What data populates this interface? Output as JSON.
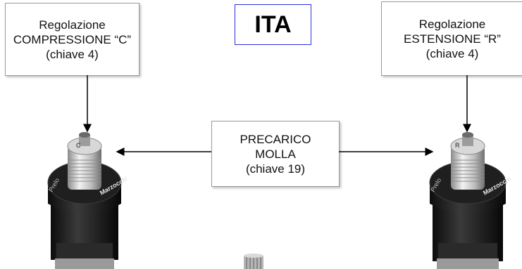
{
  "language_badge": "ITA",
  "callout_compression": {
    "line1": "Regolazione",
    "line2": "COMPRESSIONE “C”",
    "line3": "(chiave 4)"
  },
  "callout_rebound": {
    "line1": "Regolazione",
    "line2": "ESTENSIONE “R”",
    "line3": "(chiave 4)"
  },
  "callout_preload": {
    "line1": "PRECARICO",
    "line2": "MOLLA",
    "line3": "(chiave 19)"
  },
  "left_cap": {
    "knob_letter": "C",
    "ring_text": "Prelo",
    "brand": "Marzocchi"
  },
  "right_cap": {
    "knob_letter": "R",
    "ring_text": "Prelo",
    "brand": "Marzocchi"
  },
  "colors": {
    "badge_border": "#2b2fd6",
    "cap_black": "#1a1a1a",
    "knob_silver": "#c9c9c9"
  }
}
